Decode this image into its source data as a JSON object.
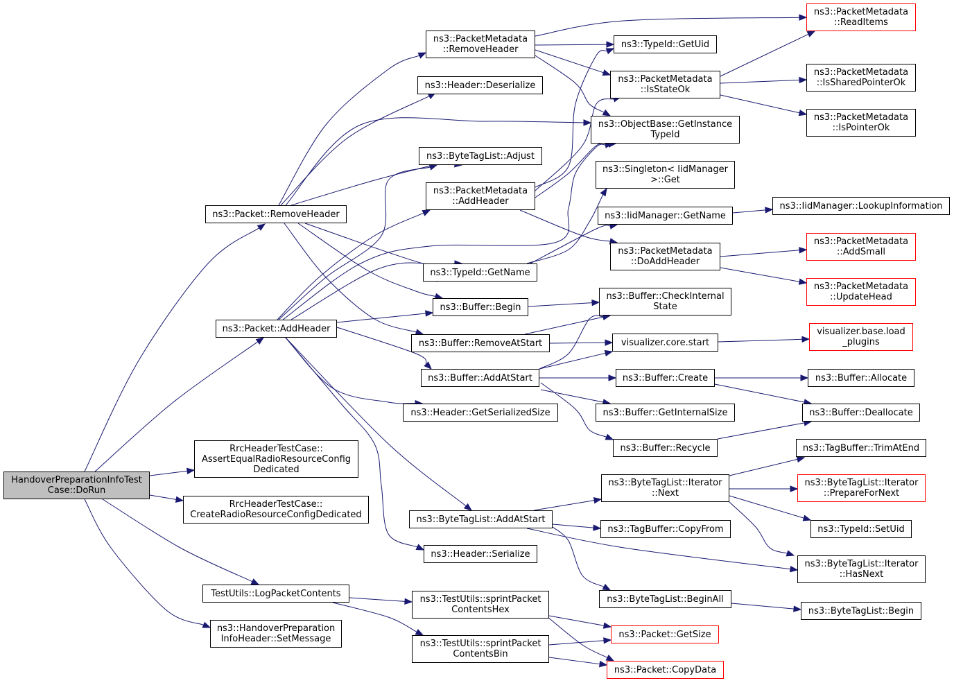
{
  "graph": {
    "edge_color": "#191970",
    "external_border_color": "#ff0000",
    "root_fill_color": "#bfbfbf",
    "nodes": {
      "n_root": "HandoverPreparationInfoTest\nCase::DoRun",
      "n_rmhdr": "ns3::Packet::RemoveHeader",
      "n_addhdr": "ns3::Packet::AddHeader",
      "n_assert": "RrcHeaderTestCase::\nAssertEqualRadioResourceConfig\nDedicated",
      "n_create": "RrcHeaderTestCase::\nCreateRadioResourceConfigDedicated",
      "n_log": "TestUtils::LogPacketContents",
      "n_setmsg": "ns3::HandoverPreparation\nInfoHeader::SetMessage",
      "n_pm_rmhdr": "ns3::PacketMetadata\n::RemoveHeader",
      "n_deser": "ns3::Header::Deserialize",
      "n_adjust": "ns3::ByteTagList::Adjust",
      "n_pm_addhdr": "ns3::PacketMetadata\n::AddHeader",
      "n_getname": "ns3::TypeId::GetName",
      "n_buf_begin": "ns3::Buffer::Begin",
      "n_rmatstart": "ns3::Buffer::RemoveAtStart",
      "n_addatstart": "ns3::Buffer::AddAtStart",
      "n_getsersize": "ns3::Header::GetSerializedSize",
      "n_btl_addatstart": "ns3::ByteTagList::AddAtStart",
      "n_serialize": "ns3::Header::Serialize",
      "n_hex": "ns3::TestUtils::sprintPacket\nContentsHex",
      "n_bin": "ns3::TestUtils::sprintPacket\nContentsBin",
      "n_getuid": "ns3::TypeId::GetUid",
      "n_isstateok": "ns3::PacketMetadata\n::IsStateOk",
      "n_getinstance": "ns3::ObjectBase::GetInstance\nTypeId",
      "n_singleton": "ns3::Singleton< IidManager\n>::Get",
      "n_iid_getname": "ns3::IidManager::GetName",
      "n_doaddhdr": "ns3::PacketMetadata\n::DoAddHeader",
      "n_checkint": "ns3::Buffer::CheckInternal\nState",
      "n_vis_start": "visualizer.core.start",
      "n_buf_create": "ns3::Buffer::Create",
      "n_getintsize": "ns3::Buffer::GetInternalSize",
      "n_recycle": "ns3::Buffer::Recycle",
      "n_it_next": "ns3::ByteTagList::Iterator\n::Next",
      "n_copyfrom": "ns3::TagBuffer::CopyFrom",
      "n_beginall": "ns3::ByteTagList::BeginAll",
      "n_getsize": "ns3::Packet::GetSize",
      "n_copydata": "ns3::Packet::CopyData",
      "n_readitems": "ns3::PacketMetadata\n::ReadItems",
      "n_issharedptr": "ns3::PacketMetadata\n::IsSharedPointerOk",
      "n_isptrok": "ns3::PacketMetadata\n::IsPointerOk",
      "n_lookup": "ns3::IidManager::LookupInformation",
      "n_addsmall": "ns3::PacketMetadata\n::AddSmall",
      "n_updatehead": "ns3::PacketMetadata\n::UpdateHead",
      "n_loadplugins": "visualizer.base.load\n_plugins",
      "n_allocate": "ns3::Buffer::Allocate",
      "n_deallocate": "ns3::Buffer::Deallocate",
      "n_trimatend": "ns3::TagBuffer::TrimAtEnd",
      "n_prepnext": "ns3::ByteTagList::Iterator\n::PrepareForNext",
      "n_setuid": "ns3::TypeId::SetUid",
      "n_hasnext": "ns3::ByteTagList::Iterator\n::HasNext",
      "n_btl_begin": "ns3::ByteTagList::Begin"
    }
  }
}
